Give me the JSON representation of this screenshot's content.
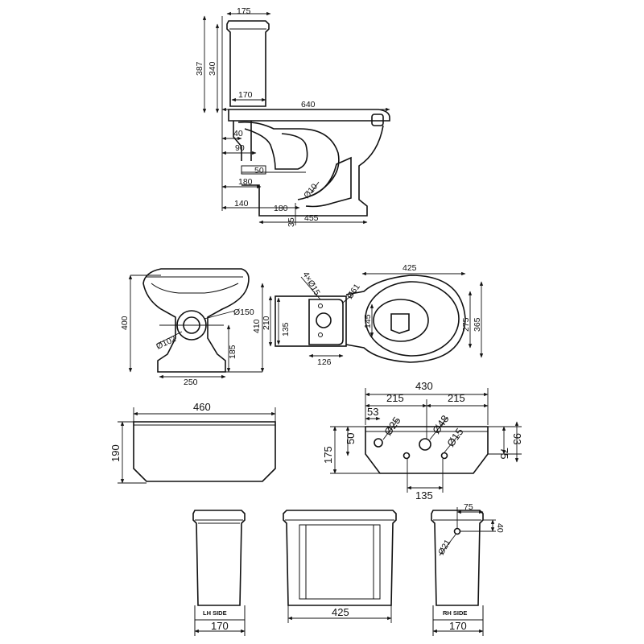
{
  "side_view": {
    "dims": [
      "175",
      "387",
      "340",
      "170",
      "640",
      "40",
      "90",
      "50",
      "180",
      "140",
      "180",
      "35",
      "455",
      "Ø10"
    ]
  },
  "front_view": {
    "dims": [
      "400",
      "410",
      "Ø150",
      "Ø102",
      "185",
      "250"
    ]
  },
  "top_view": {
    "dims": [
      "425",
      "4×Ø15",
      "Ø61",
      "135",
      "210",
      "145",
      "126",
      "275",
      "365"
    ]
  },
  "cistern_front": {
    "dims": [
      "460",
      "190"
    ]
  },
  "cistern_plan": {
    "dims": [
      "430",
      "215",
      "215",
      "53",
      "Ø25",
      "Ø48",
      "Ø15",
      "50",
      "175",
      "75",
      "93",
      "135"
    ]
  },
  "cistern_elevations": {
    "lh_label": "LH SIDE",
    "rh_label": "RH SIDE",
    "lh_width": "170",
    "front_width": "425",
    "rh_width": "170",
    "rh_dims": [
      "75",
      "40",
      "Ø21"
    ]
  }
}
